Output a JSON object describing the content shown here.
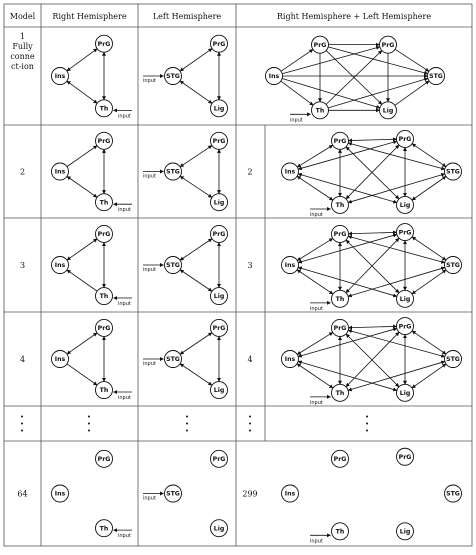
{
  "header": {
    "model": "Model",
    "right": "Right Hemisphere",
    "left": "Left Hemisphere",
    "both": "Right Hemisphere + Left Hemisphere"
  },
  "input_label": "input",
  "dots": ".\n.\n.",
  "rows": [
    {
      "model_lines": [
        "1",
        "Fully",
        "conne",
        "ct-ion"
      ],
      "combined_num": "",
      "right_edges": [
        [
          "Ins",
          "PrG",
          "both"
        ],
        [
          "Ins",
          "Th",
          "both"
        ],
        [
          "PrG",
          "Th",
          "both"
        ]
      ],
      "left_edges": [
        [
          "STG",
          "PrG",
          "both"
        ],
        [
          "STG",
          "Lig",
          "both"
        ],
        [
          "PrG",
          "Lig",
          "both"
        ]
      ],
      "combined_edges": "full"
    },
    {
      "model_lines": [
        "2"
      ],
      "combined_num": "2",
      "right_edges": [
        [
          "Ins",
          "PrG",
          "fwd"
        ],
        [
          "Ins",
          "Th",
          "both"
        ],
        [
          "PrG",
          "Th",
          "both"
        ]
      ],
      "left_edges": [
        [
          "STG",
          "PrG",
          "both"
        ],
        [
          "STG",
          "Lig",
          "both"
        ],
        [
          "PrG",
          "Lig",
          "both"
        ]
      ],
      "combined_edges": "partial"
    },
    {
      "model_lines": [
        "3"
      ],
      "combined_num": "3",
      "right_edges": [
        [
          "Ins",
          "PrG",
          "both"
        ],
        [
          "Th",
          "Ins",
          "fwd"
        ],
        [
          "PrG",
          "Th",
          "both"
        ]
      ],
      "left_edges": [
        [
          "STG",
          "PrG",
          "both"
        ],
        [
          "STG",
          "Lig",
          "both"
        ],
        [
          "PrG",
          "Lig",
          "both"
        ]
      ],
      "combined_edges": "partial"
    },
    {
      "model_lines": [
        "4"
      ],
      "combined_num": "4",
      "right_edges": [
        [
          "Ins",
          "PrG",
          "both"
        ],
        [
          "Ins",
          "Th",
          "fwd"
        ],
        [
          "PrG",
          "Th",
          "both"
        ]
      ],
      "left_edges": [
        [
          "STG",
          "PrG",
          "both"
        ],
        [
          "STG",
          "Lig",
          "both"
        ],
        [
          "PrG",
          "Lig",
          "both"
        ]
      ],
      "combined_edges": "partial"
    },
    {
      "dots_row": true
    },
    {
      "model_lines": [
        "64"
      ],
      "combined_num": "299",
      "right_edges": [],
      "left_edges": [],
      "combined_edges": "none"
    }
  ],
  "nodes": {
    "PrG": "PrG",
    "Ins": "Ins",
    "Th": "Th",
    "STG": "STG",
    "Lig": "Lig"
  }
}
